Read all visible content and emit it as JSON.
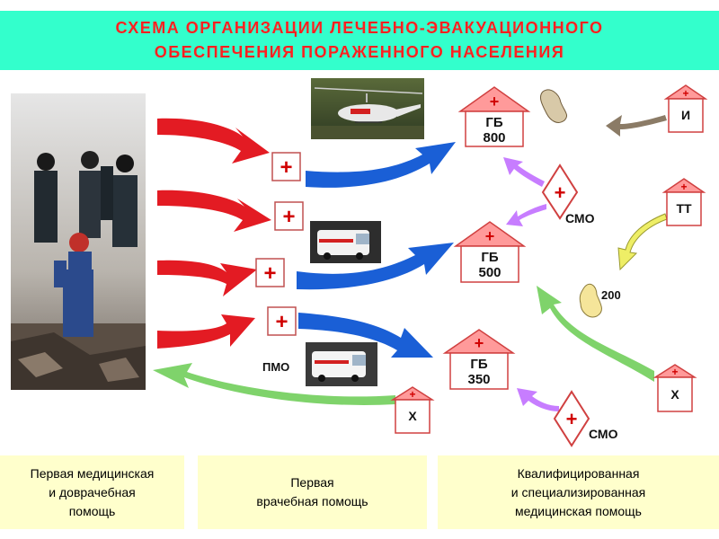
{
  "title": {
    "line1": "СХЕМА  ОРГАНИЗАЦИИ  ЛЕЧЕБНО-ЭВАКУАЦИОННОГО",
    "line2": "ОБЕСПЕЧЕНИЯ  ПОРАЖЕННОГО  НАСЕЛЕНИЯ"
  },
  "hospitals": [
    {
      "name": "ГБ",
      "beds": "800"
    },
    {
      "name": "ГБ",
      "beds": "500"
    },
    {
      "name": "ГБ",
      "beds": "350"
    }
  ],
  "specialized": {
    "top": "И",
    "middle": "ТТ",
    "bottom": "Х",
    "evac": "Х"
  },
  "labels": {
    "smo_top": "СМО",
    "smo_bottom": "СМО",
    "pmo": "ПМО",
    "count_200": "200"
  },
  "symbols": {
    "plus": "+"
  },
  "footer": {
    "left_line1": "Первая медицинская",
    "left_line2": "и доврачебная",
    "left_line3": "помощь",
    "middle_line1": "Первая",
    "middle_line2": "врачебная помощь",
    "right_line1": "Квалифицированная",
    "right_line2": "и специализированная",
    "right_line3": "медицинская помощь"
  },
  "colors": {
    "title_bg": "#33ffcc",
    "title_text": "#ff2020",
    "red_arrow": "#e31b23",
    "blue_arrow": "#1a5fd6",
    "green_arrow": "#7fd36b",
    "violet_arrow": "#c77dff",
    "yellow_arrow": "#eeee66",
    "brown_arrow": "#8b7b66",
    "hospital_roof": "#ff9a9a",
    "footer_bg": "#ffffcc"
  }
}
